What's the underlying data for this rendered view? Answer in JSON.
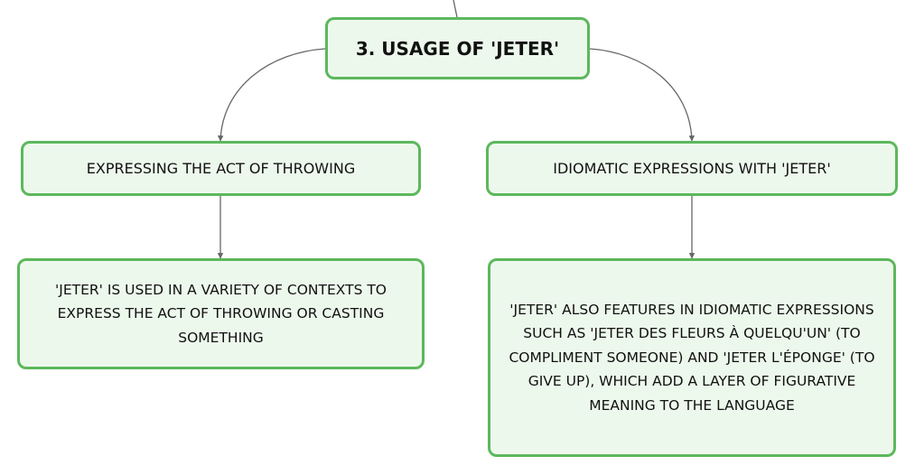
{
  "diagram": {
    "root": {
      "label": "3. USAGE OF 'JETER'"
    },
    "branches": [
      {
        "label": "EXPRESSING THE ACT OF THROWING",
        "detail": "'JETER' IS USED IN A VARIETY OF CONTEXTS TO EXPRESS THE ACT OF THROWING OR CASTING SOMETHING"
      },
      {
        "label": "IDIOMATIC EXPRESSIONS WITH 'JETER'",
        "detail": "'JETER' ALSO FEATURES IN IDIOMATIC EXPRESSIONS SUCH AS 'JETER DES FLEURS À QUELQU'UN' (TO COMPLIMENT SOMEONE) AND 'JETER L'ÉPONGE' (TO GIVE UP), WHICH ADD A LAYER OF FIGURATIVE MEANING TO THE LANGUAGE"
      }
    ],
    "colors": {
      "node_border": "#5cb85c",
      "node_fill": "#edf8ec",
      "connector": "#666666",
      "text": "#111111"
    }
  }
}
